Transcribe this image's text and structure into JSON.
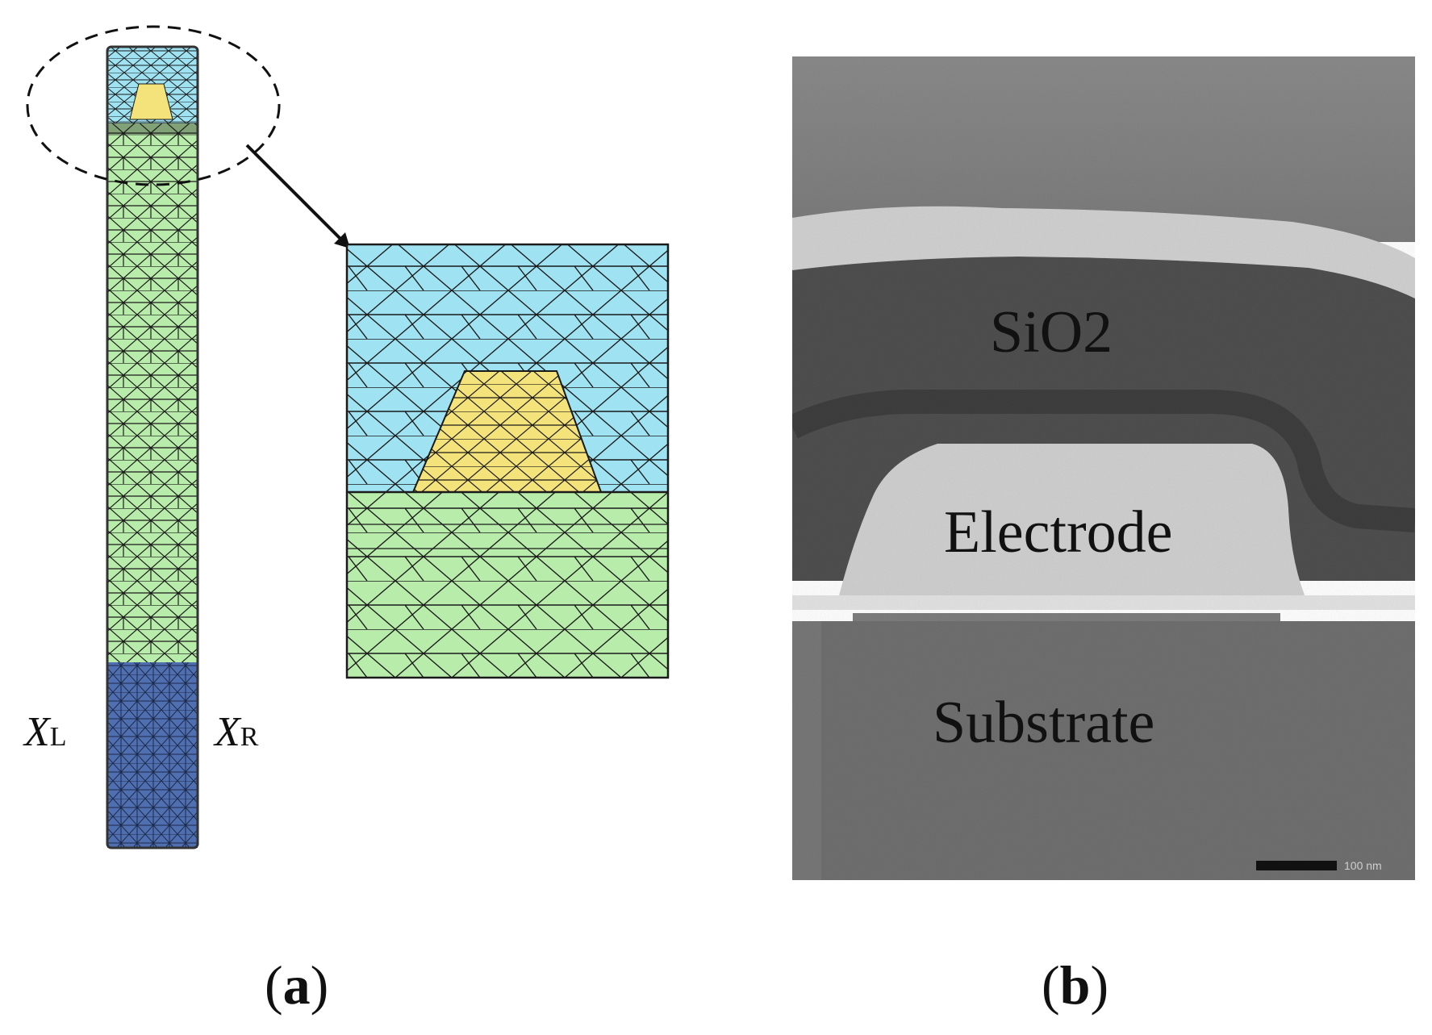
{
  "figure": {
    "panel_a": {
      "caption_label": "a",
      "labels": {
        "left_symbol": "X",
        "left_subscript": "L",
        "right_symbol": "X",
        "right_subscript": "R"
      },
      "colors": {
        "top_layer": "#9fe3f2",
        "electrode": "#f4e27a",
        "middle_layer": "#b8ecaa",
        "bottom_layer": "#4f6fb0",
        "mesh_lines": "#1a1a1a"
      }
    },
    "panel_b": {
      "caption_label": "b",
      "labels": {
        "sio2": "SiO2",
        "electrode": "Electrode",
        "substrate": "Substrate",
        "scale_bar": "100 nm"
      }
    }
  }
}
